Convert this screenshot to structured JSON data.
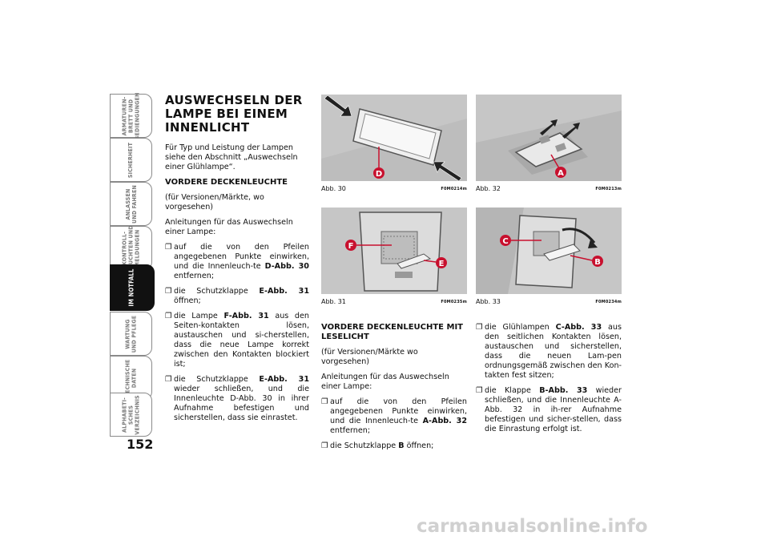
{
  "side_tabs": [
    {
      "label": "ARMATUREN-\nBRETT UND\nBEDIENGUNGEN",
      "active": false
    },
    {
      "label": "SICHERHEIT",
      "active": false
    },
    {
      "label": "ANLASSEN\nUND FAHREN",
      "active": false
    },
    {
      "label": "KONTROLL-\nLEUCHTEN UND\nMELDUNGEN",
      "active": false
    },
    {
      "label": "IM NOTFALL",
      "active": true
    },
    {
      "label": "WARTUNG\nUND PFLEGE",
      "active": false
    },
    {
      "label": "TECHNISCHE\nDATEN",
      "active": false
    },
    {
      "label": "ALPHABETI-\nSCHES\nVERZEICHNIS",
      "active": false
    }
  ],
  "page_number": "152",
  "left_column": {
    "title": "AUSWECHSELN DER LAMPE BEI EINEM INNENLICHT",
    "intro": "Für Typ und Leistung der Lampen siehe den Abschnitt „Auswechseln einer Glühlampe“.",
    "section_title": "VORDERE DECKENLEUCHTE",
    "section_sub": "(für Versionen/Märkte, wo vorgesehen)",
    "lead": "Anleitungen für das Auswechseln einer Lampe:",
    "bullets": [
      {
        "pre": "auf die von den Pfeilen angegebenen Punkte einwirken, und die Innenleuch-te ",
        "ref": "D-Abb. 30",
        "post": " entfernen;"
      },
      {
        "pre": "die Schutzklappe ",
        "ref": "E-Abb. 31",
        "post": " öffnen;"
      },
      {
        "pre": "die Lampe ",
        "ref": "F-Abb. 31",
        "post": " aus den Seiten-kontakten lösen, austauschen und si-cherstellen, dass die neue Lampe korrekt zwischen den Kontakten blockiert ist;"
      },
      {
        "pre": "die Schutzklappe ",
        "ref": "E-Abb. 31",
        "post": " wieder schließen, und die Innenleuchte D-Abb. 30 in ihrer Aufnahme befestigen und sicherstellen, dass sie einrastet."
      }
    ]
  },
  "middle_column": {
    "section_title": "VORDERE DECKENLEUCHTE MIT LESELICHT",
    "section_sub": "(für Versionen/Märkte wo vorgesehen)",
    "lead": "Anleitungen für das Auswechseln einer Lampe:",
    "bullets": [
      {
        "pre": "auf die von den Pfeilen angegebenen Punkte einwirken, und die Innenleuch-te ",
        "ref": "A-Abb. 32",
        "post": " entfernen;"
      },
      {
        "pre": "die Schutzklappe ",
        "ref": "B",
        "post": " öffnen;"
      }
    ]
  },
  "right_column": {
    "bullets": [
      {
        "pre": "die Glühlampen ",
        "ref": "C-Abb. 33",
        "post": " aus den seitlichen Kontakten lösen, austauschen und sicherstellen, dass die neuen Lam-pen ordnungsgemäß zwischen den Kon-takten fest sitzen;"
      },
      {
        "pre": "die Klappe ",
        "ref": "B-Abb. 33",
        "post": " wieder schließen, und die Innenleuchte A-Abb. 32 in ih-rer Aufnahme befestigen und sicher-stellen, dass die Einrastung erfolgt ist."
      }
    ]
  },
  "figures": [
    {
      "caption": "Abb. 30",
      "code": "F0M0214m",
      "label": "D"
    },
    {
      "caption": "Abb. 31",
      "code": "F0M0235m",
      "labels": [
        "F",
        "E"
      ]
    },
    {
      "caption": "Abb. 32",
      "code": "F0M0213m",
      "label": "A"
    },
    {
      "caption": "Abb. 33",
      "code": "F0M0234m",
      "labels": [
        "C",
        "B"
      ]
    }
  ],
  "watermark": "carmanualsonline.info",
  "colors": {
    "callout": "#c8102e",
    "active_tab": "#111111",
    "figure_bg": "#c7c7c7"
  }
}
